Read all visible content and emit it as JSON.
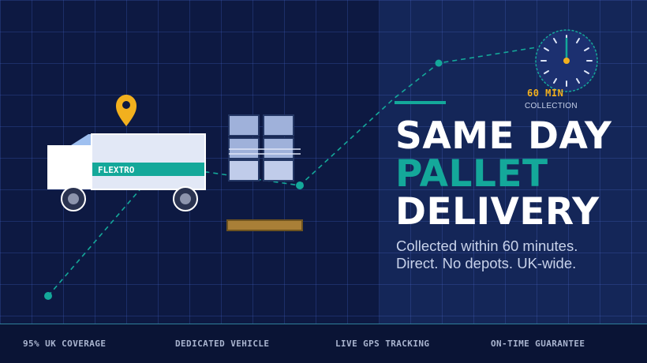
{
  "brand": {
    "truck_label": "FLEXTRO",
    "colors": {
      "background": "#0d1942",
      "panel": "#142658",
      "accent": "#14a89a",
      "highlight": "#f2b01e",
      "text": "#ffffff"
    }
  },
  "hero": {
    "headline_line1": "SAME DAY",
    "headline_line2": "PALLET",
    "headline_line3": "DELIVERY",
    "subtitle_line1": "Collected within 60 minutes.",
    "subtitle_line2": "Direct. No depots. UK-wide."
  },
  "clock": {
    "value": "60 MIN",
    "caption": "COLLECTION",
    "icon": "clock-icon"
  },
  "icons": [
    "location-pin-icon",
    "truck-icon",
    "pallet-icon",
    "clock-icon"
  ],
  "features": [
    {
      "label": "95% UK COVERAGE"
    },
    {
      "label": "DEDICATED VEHICLE"
    },
    {
      "label": "LIVE GPS TRACKING"
    },
    {
      "label": "ON-TIME GUARANTEE"
    }
  ]
}
